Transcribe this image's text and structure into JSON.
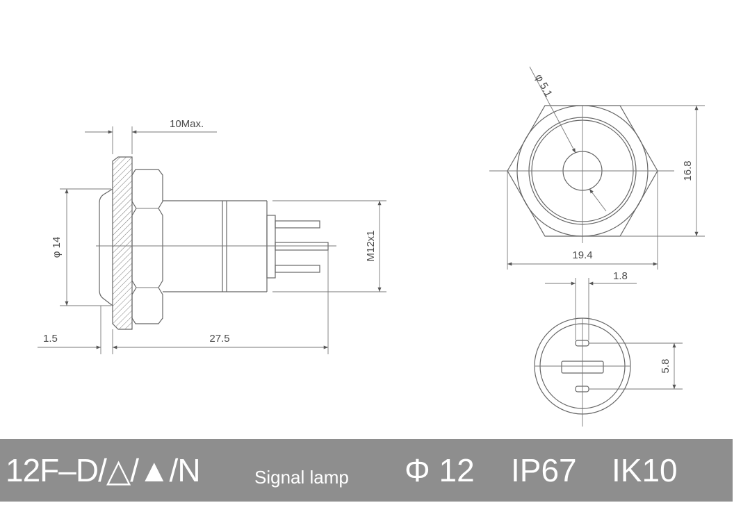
{
  "dimensions": {
    "max_thickness": "10Max.",
    "flange_diameter": "φ 14",
    "thread": "M12x1",
    "flange_thickness": "1.5",
    "body_length": "27.5",
    "lens_diameter": "φ 5.1",
    "hex_height": "16.8",
    "hex_width": "19.4",
    "pin_width": "1.8",
    "pin_spacing": "5.8"
  },
  "title_bar": {
    "model": "12F–D/△/▲/N",
    "description": "Signal lamp",
    "diameter": "Φ 12",
    "ip_rating": "IP67",
    "ik_rating": "IK10",
    "background": "#8e8e8e",
    "text_color": "#ffffff"
  }
}
